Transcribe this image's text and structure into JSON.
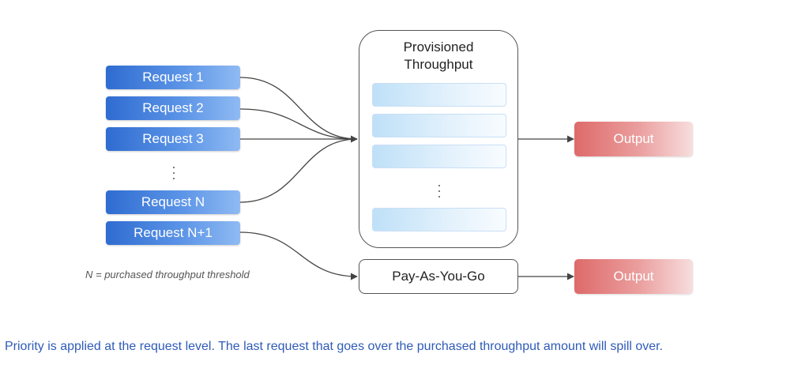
{
  "requests": [
    "Request 1",
    "Request 2",
    "Request 3",
    "Request N",
    "Request N+1"
  ],
  "provisioned": {
    "title_line1": "Provisioned",
    "title_line2": "Throughput"
  },
  "payg": {
    "label": "Pay-As-You-Go"
  },
  "outputs": [
    "Output",
    "Output"
  ],
  "note": "N = purchased throughput threshold",
  "caption": "Priority is applied at the request level.  The last request that goes over the purchased throughput amount will spill over.",
  "colors": {
    "request_blue": "#2f6cd1",
    "output_red": "#de6a6a",
    "caption_blue": "#2f5bb8"
  }
}
